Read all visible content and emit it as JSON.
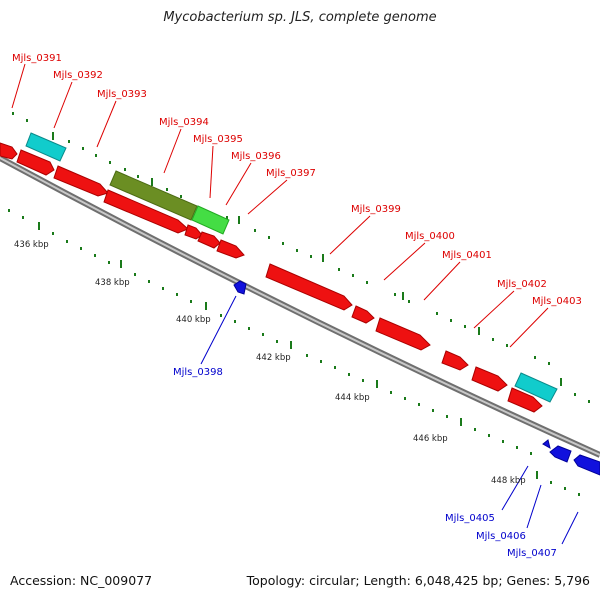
{
  "title": "Mycobacterium sp. JLS, complete genome",
  "footer": {
    "accession": "Accession: NC_009077",
    "summary": "Topology: circular; Length: 6,048,425 bp; Genes: 5,796"
  },
  "colors": {
    "forward_gene": "#ee1111",
    "reverse_gene": "#1111dd",
    "rna_gene": "#11cccc",
    "highlight_dark": "#6b8e23",
    "highlight_light": "#44dd44",
    "backbone": "#888888",
    "tick": "#1a7a1a",
    "forward_label": "#dd0000",
    "reverse_label": "#0000cc"
  },
  "scale_labels": [
    "436 kbp",
    "438 kbp",
    "440 kbp",
    "442 kbp",
    "444 kbp",
    "446 kbp",
    "448 kbp"
  ],
  "forward_labels": [
    "Mjls_0391",
    "Mjls_0392",
    "Mjls_0393",
    "Mjls_0394",
    "Mjls_0395",
    "Mjls_0396",
    "Mjls_0397",
    "Mjls_0399",
    "Mjls_0400",
    "Mjls_0401",
    "Mjls_0402",
    "Mjls_0403"
  ],
  "reverse_labels": [
    "Mjls_0398",
    "Mjls_0405",
    "Mjls_0406",
    "Mjls_0407"
  ]
}
